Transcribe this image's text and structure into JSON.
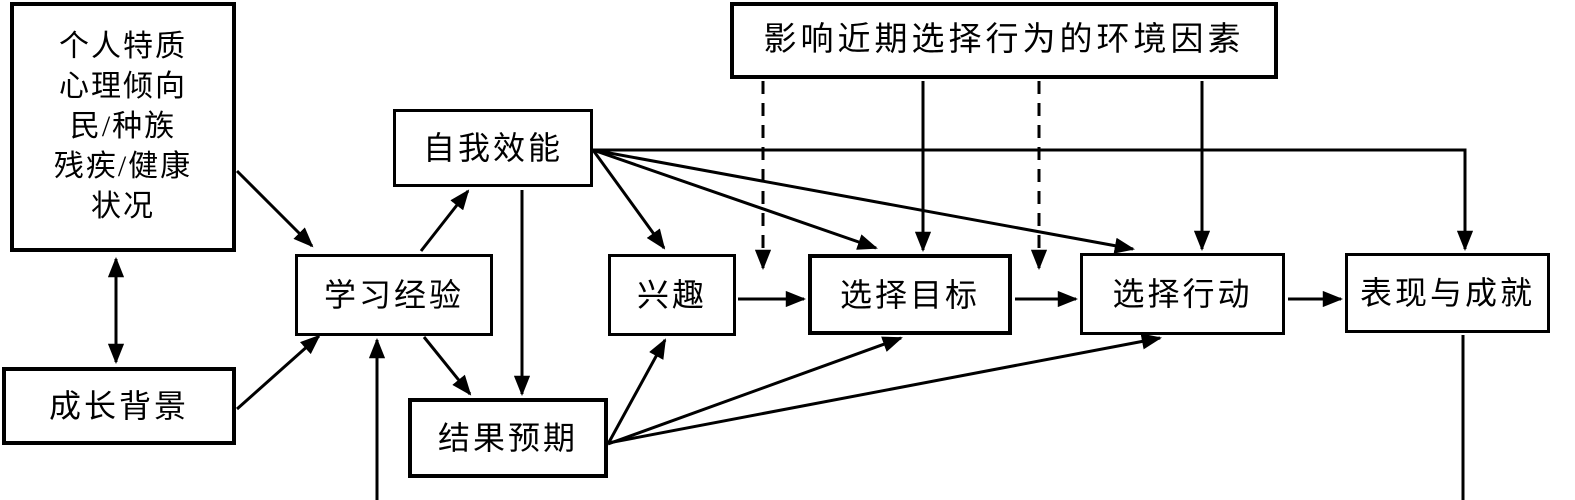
{
  "canvas": {
    "background": "#ffffff",
    "line_color": "#000000"
  },
  "nodes": {
    "personal_traits": {
      "label": "个人特质\n心理倾向\n民/种族\n残疾/健康\n状况"
    },
    "growth_background": {
      "label": "成长背景"
    },
    "learning_experience": {
      "label": "学习经验"
    },
    "self_efficacy": {
      "label": "自我效能"
    },
    "outcome_expectations": {
      "label": "结果预期"
    },
    "interest": {
      "label": "兴趣"
    },
    "choice_goals": {
      "label": "选择目标"
    },
    "choice_actions": {
      "label": "选择行动"
    },
    "performance_achievement": {
      "label": "表现与成就"
    },
    "environment_factors": {
      "label": "影响近期选择行为的环境因素"
    }
  },
  "edges": [
    {
      "from": "personal_traits",
      "to": "learning_experience",
      "style": "solid",
      "arrow": "end"
    },
    {
      "from": "personal_traits",
      "to": "growth_background",
      "style": "solid",
      "arrow": "both"
    },
    {
      "from": "growth_background",
      "to": "learning_experience",
      "style": "solid",
      "arrow": "end"
    },
    {
      "from": "learning_experience",
      "to": "self_efficacy",
      "style": "solid",
      "arrow": "end"
    },
    {
      "from": "learning_experience",
      "to": "outcome_expectations",
      "style": "solid",
      "arrow": "end"
    },
    {
      "from": "self_efficacy",
      "to": "outcome_expectations",
      "style": "solid",
      "arrow": "end"
    },
    {
      "from": "self_efficacy",
      "to": "interest",
      "style": "solid",
      "arrow": "end"
    },
    {
      "from": "self_efficacy",
      "to": "choice_goals",
      "style": "solid",
      "arrow": "end"
    },
    {
      "from": "self_efficacy",
      "to": "choice_actions",
      "style": "solid",
      "arrow": "end"
    },
    {
      "from": "self_efficacy",
      "to": "performance_achievement",
      "style": "solid",
      "arrow": "end"
    },
    {
      "from": "outcome_expectations",
      "to": "interest",
      "style": "solid",
      "arrow": "end"
    },
    {
      "from": "outcome_expectations",
      "to": "choice_goals",
      "style": "solid",
      "arrow": "end"
    },
    {
      "from": "outcome_expectations",
      "to": "choice_actions",
      "style": "solid",
      "arrow": "end"
    },
    {
      "from": "interest",
      "to": "choice_goals",
      "style": "solid",
      "arrow": "end"
    },
    {
      "from": "choice_goals",
      "to": "choice_actions",
      "style": "solid",
      "arrow": "end"
    },
    {
      "from": "choice_actions",
      "to": "performance_achievement",
      "style": "solid",
      "arrow": "end"
    },
    {
      "from": "environment_factors",
      "to": "gap_between_interest_and_choice_goals",
      "style": "dashed",
      "arrow": "end"
    },
    {
      "from": "environment_factors",
      "to": "choice_goals",
      "style": "solid",
      "arrow": "end"
    },
    {
      "from": "environment_factors",
      "to": "gap_between_choice_goals_and_choice_actions",
      "style": "dashed",
      "arrow": "end"
    },
    {
      "from": "environment_factors",
      "to": "choice_actions",
      "style": "solid",
      "arrow": "end"
    },
    {
      "from": "offscreen_bottom",
      "to": "learning_experience",
      "style": "solid",
      "arrow": "end"
    },
    {
      "from": "performance_achievement",
      "to": "offscreen_bottom",
      "style": "solid",
      "arrow": "none"
    }
  ]
}
